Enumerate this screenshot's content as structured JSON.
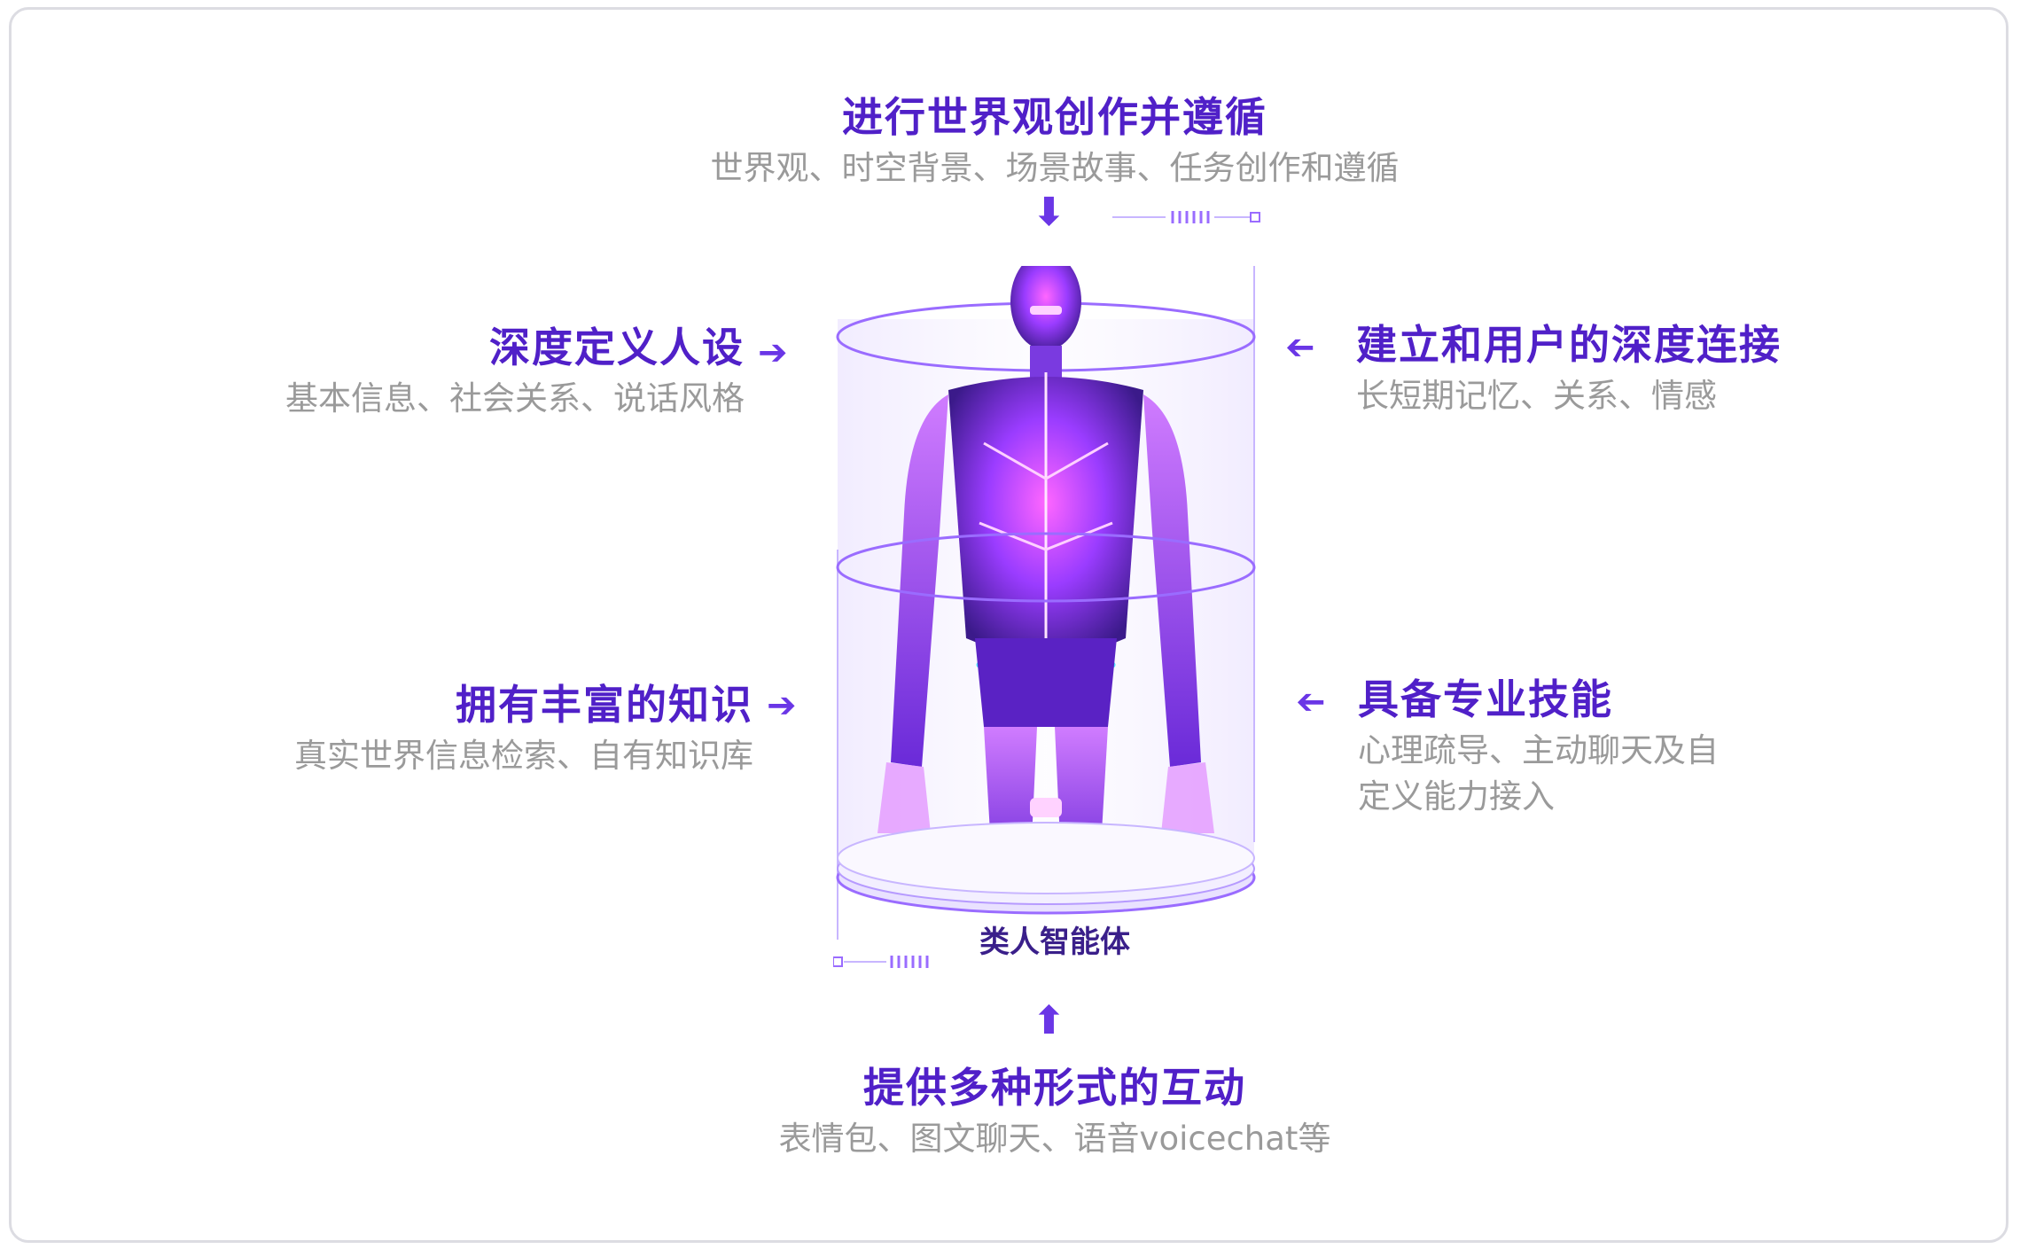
{
  "top": {
    "title": "进行世界观创作并遵循",
    "subtitle": "世界观、时空背景、场景故事、任务创作和遵循"
  },
  "left_top": {
    "title": "深度定义人设",
    "subtitle": "基本信息、社会关系、说话风格"
  },
  "left_bottom": {
    "title": "拥有丰富的知识",
    "subtitle": "真实世界信息检索、自有知识库"
  },
  "right_top": {
    "title": "建立和用户的深度连接",
    "subtitle": "长短期记忆、关系、情感"
  },
  "right_bottom": {
    "title": "具备专业技能",
    "subtitle_line1": "心理疏导、主动聊天及自",
    "subtitle_line2": "定义能力接入"
  },
  "bottom": {
    "title": "提供多种形式的互动",
    "subtitle": "表情包、图文聊天、语音voicechat等"
  },
  "center_label": "类人智能体",
  "colors": {
    "title": "#5020c8",
    "subtitle": "#9a9a9a",
    "accent": "#6a36e6",
    "glow": "#c040ff"
  }
}
